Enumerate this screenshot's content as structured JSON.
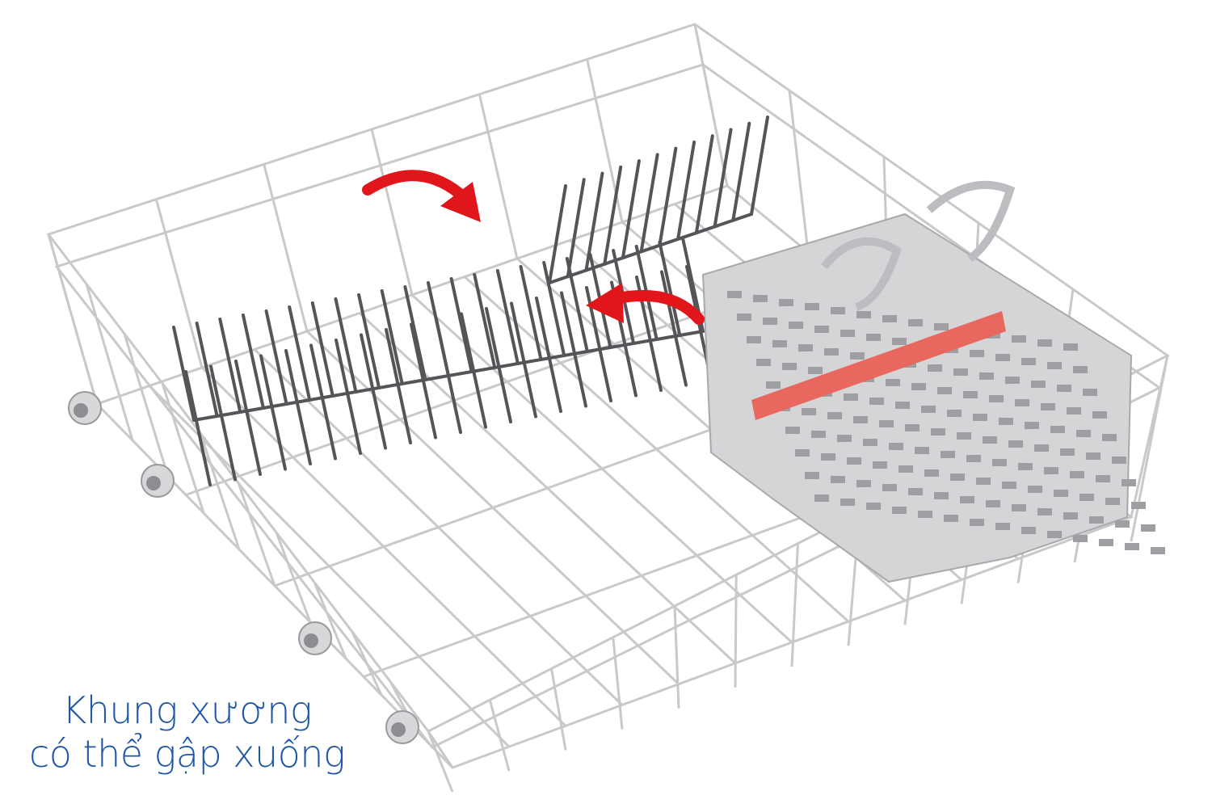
{
  "caption": {
    "line1": "Khung xương",
    "line2": "có thể gập xuống"
  },
  "colors": {
    "caption": "#1f56a6",
    "arrow": "#e0161b",
    "wire": "#c9c9cc",
    "tines": "#555559",
    "basket": "#d5d5d7",
    "basket_stripe": "#e8675f"
  },
  "annotations": {
    "arrows": [
      "curved-arrow-down",
      "curved-arrow-left"
    ]
  }
}
